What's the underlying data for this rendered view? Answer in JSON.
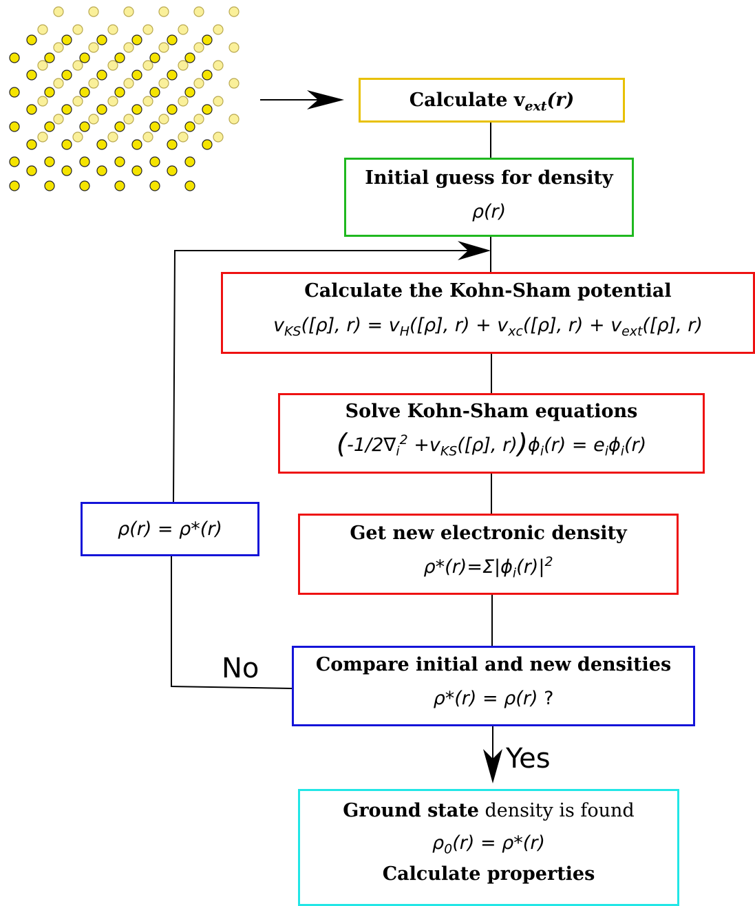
{
  "colors": {
    "yellow_border": "#e8c000",
    "green_border": "#1fb81f",
    "red_border": "#ee1111",
    "blue_border": "#1414d8",
    "cyan_border": "#22e6e6",
    "atom_front": "#f5e400",
    "atom_back": "#faf09a",
    "line": "#000000"
  },
  "boxes": {
    "calc_vext": {
      "title": "Calculate v",
      "sub": "ext",
      "arg": "(r)"
    },
    "initial_guess": {
      "title": "Initial guess for density",
      "rho": "ρ(r)"
    },
    "kohn_sham_potential": {
      "title": "Calculate the Kohn-Sham potential",
      "v1": "v",
      "v1_sub": "KS",
      "t1": "([ρ], r) = ",
      "v2": "v",
      "v2_sub": "H",
      "t2": "([ρ], r) + ",
      "v3": "v",
      "v3_sub": "xc",
      "t3": "([ρ], r) + ",
      "v4": "v",
      "v4_sub": "ext",
      "t4": "([ρ], r)"
    },
    "solve_ks": {
      "title": "Solve Kohn-Sham equations",
      "lparen": "(",
      "e1": "-1/2∇",
      "e1_sub": "i",
      "e1_sup": "2",
      "e2": " +v",
      "e2_sub": "KS",
      "e3": "([ρ], r)",
      "rparen": ")",
      "e4": "ϕ",
      "e4_sub": "i",
      "e5": "(r) = e",
      "e5_sub": "i",
      "e6": "ϕ",
      "e6_sub": "i",
      "e7": "(r)"
    },
    "new_density": {
      "title": "Get new electronic density",
      "e1": "ρ*(r)=Σ|ϕ",
      "e1_sub": "i",
      "e2": "(r)|",
      "e2_sup": "2"
    },
    "compare": {
      "title": "Compare initial and new densities",
      "eq": "ρ*(r) = ρ(r)",
      "q": " ?"
    },
    "update": {
      "eq": "ρ(r) = ρ*(r)"
    },
    "ground_state": {
      "bold": "Ground state",
      "rest": " density is found",
      "e1": "ρ",
      "e1_sub": "0",
      "e2": "(r) = ρ*(r)",
      "last": "Calculate properties"
    }
  },
  "labels": {
    "no": "No",
    "yes": "Yes"
  }
}
